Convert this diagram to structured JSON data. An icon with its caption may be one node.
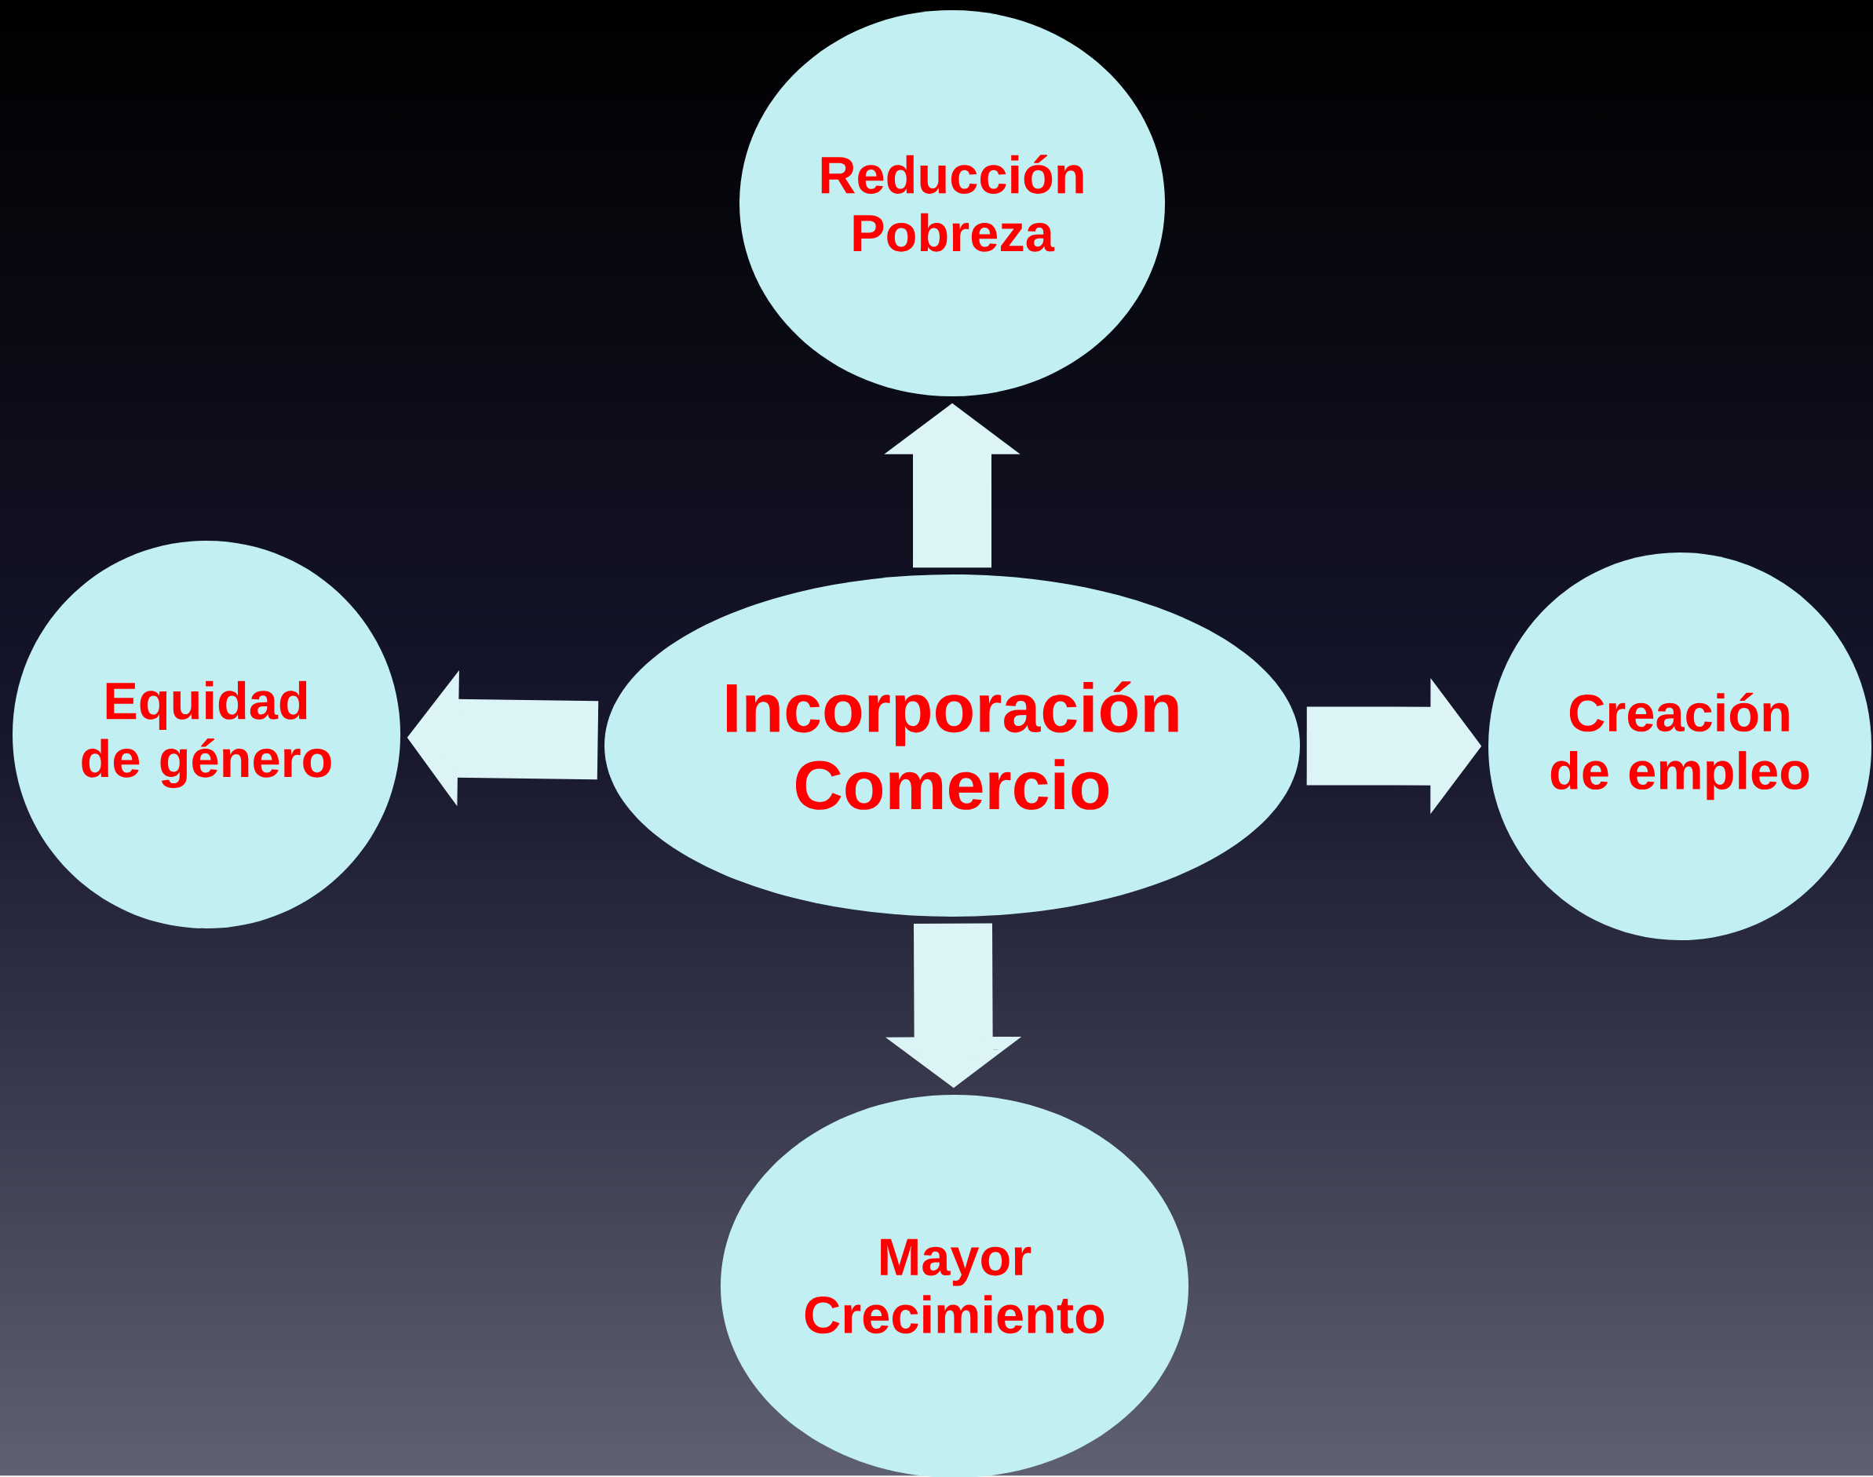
{
  "diagram": {
    "nodes": [
      {
        "text": [
          "Reducción Pobreza"
        ]
      },
      {
        "text": [
          "Equidad de género"
        ]
      },
      {
        "text": [
          "Incorporación Comercio"
        ]
      },
      {
        "text": [
          "Creación de empleo"
        ]
      },
      {
        "text": [
          "Mayor Crecimiento"
        ]
      }
    ],
    "edges": [
      {
        "from": 2,
        "to": 0,
        "arrow": "to"
      },
      {
        "from": 2,
        "to": 1,
        "arrow": "to"
      },
      {
        "from": 2,
        "to": 3,
        "arrow": "to"
      },
      {
        "from": 2,
        "to": 4,
        "arrow": "to"
      }
    ]
  }
}
